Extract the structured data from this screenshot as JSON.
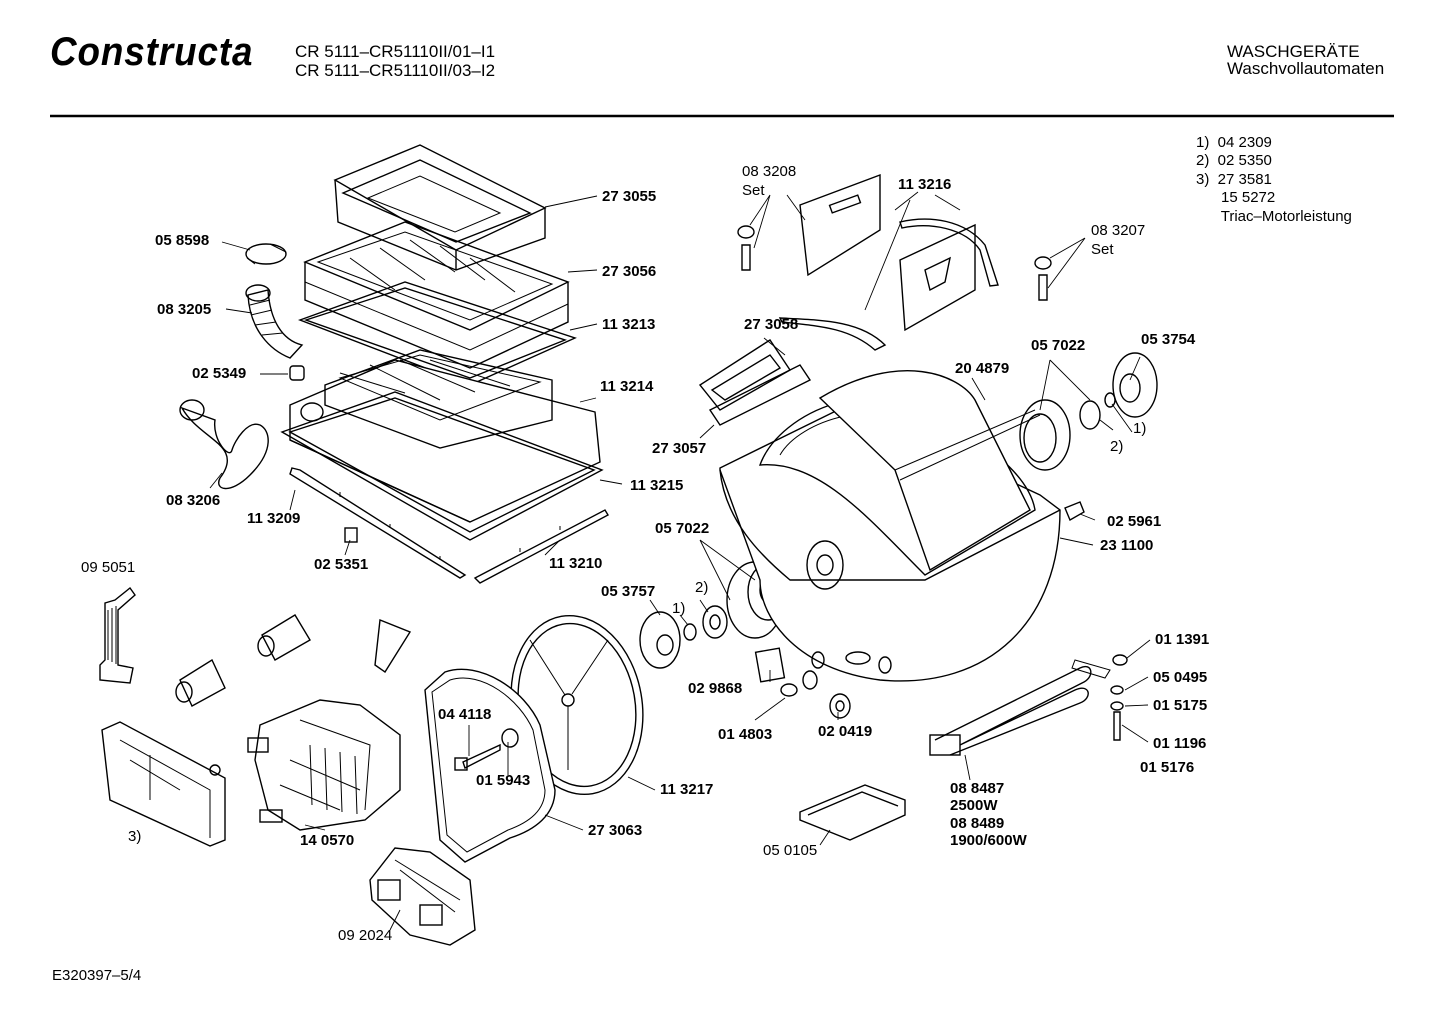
{
  "header": {
    "brand": "Constructa",
    "model_lines": [
      "CR 5111–CR51110II/01–I1",
      "CR 5111–CR51110II/03–I2"
    ],
    "category": "WASCHGERÄTE",
    "subcategory": "Waschvollautomaten"
  },
  "footnotes": [
    "1)  04 2309",
    "2)  02 5350",
    "3)  27 3581",
    "      15 5272",
    "      Triac–Motorleistung"
  ],
  "doc_code": "E320397–5/4",
  "parts": {
    "p273055": "27 3055",
    "p058598": "05 8598",
    "p273056": "27 3056",
    "p083205": "08 3205",
    "p113213": "11 3213",
    "p025349": "02 5349",
    "p113214": "11 3214",
    "p083206": "08 3206",
    "p113209": "11 3209",
    "p113215": "11 3215",
    "p025351": "02 5351",
    "p113210": "11 3210",
    "p095051": "09 5051",
    "p083208": "08 3208",
    "set1": "Set",
    "p113216": "11 3216",
    "p083207": "08 3207",
    "set2": "Set",
    "p273058": "27 3058",
    "p273057": "27 3057",
    "p204879": "20 4879",
    "p057022a": "05 7022",
    "p053754": "05 3754",
    "n1a": "1)",
    "n2a": "2)",
    "p025961": "02 5961",
    "p231100": "23 1100",
    "p057022b": "05 7022",
    "p053757": "05 3757",
    "n2b": "2)",
    "n1b": "1)",
    "p029868": "02 9868",
    "p014803": "01 4803",
    "p020419": "02 0419",
    "p044118": "04 4118",
    "p015943": "01 5943",
    "p113217": "11 3217",
    "p273063": "27 3063",
    "p140570": "14 0570",
    "n3": "3)",
    "p092024": "09 2024",
    "p050105": "05 0105",
    "p011391": "01 1391",
    "p050495": "05 0495",
    "p015175": "01 5175",
    "p011196": "01 1196",
    "p015176": "01 5176",
    "p088487": "08 8487",
    "w2500": "2500W",
    "p088489": "08 8489",
    "w1900": "1900/600W"
  }
}
